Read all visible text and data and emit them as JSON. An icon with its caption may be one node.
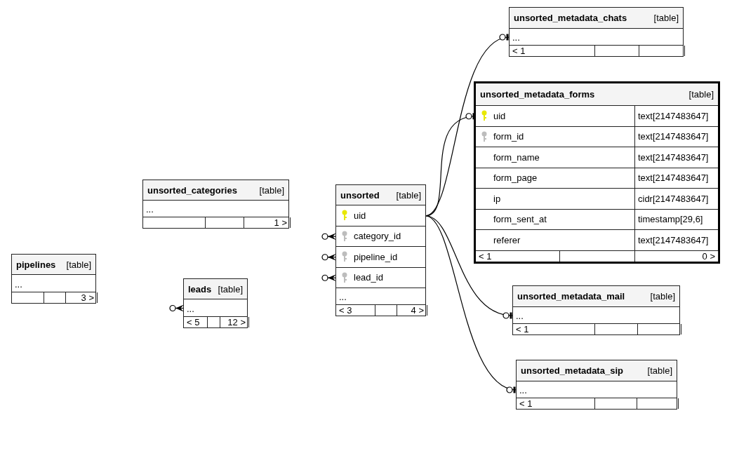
{
  "diagram": {
    "nodes": [
      {
        "text": [
          "pipelines",
          "[table]"
        ]
      },
      {
        "text": [
          "..."
        ],
        "in": 0
      },
      {
        "text": [],
        "shape": "box",
        "in": 0
      },
      {
        "text": [],
        "shape": "box",
        "in": 0
      },
      {
        "text": [
          "3 >"
        ],
        "in": 0
      },
      {
        "text": [
          "unsorted_categories",
          "[table]"
        ]
      },
      {
        "text": [
          "..."
        ],
        "in": 5
      },
      {
        "text": [],
        "shape": "box",
        "in": 5
      },
      {
        "text": [],
        "shape": "box",
        "in": 5
      },
      {
        "text": [
          "1 >"
        ],
        "in": 5
      },
      {
        "text": [
          "leads",
          "[table]"
        ]
      },
      {
        "text": [
          "..."
        ],
        "in": 10
      },
      {
        "text": [
          "< 5"
        ],
        "in": 10
      },
      {
        "text": [],
        "shape": "box",
        "in": 10
      },
      {
        "text": [
          "12 >"
        ],
        "in": 10
      },
      {
        "text": [
          "unsorted",
          "[table]"
        ]
      },
      {
        "text": [
          "uid"
        ],
        "in": 15
      },
      {
        "text": [
          "category_id"
        ],
        "in": 15
      },
      {
        "text": [
          "pipeline_id"
        ],
        "in": 15
      },
      {
        "text": [
          "lead_id"
        ],
        "in": 15
      },
      {
        "text": [
          "..."
        ],
        "in": 15
      },
      {
        "text": [
          "< 3"
        ],
        "in": 15
      },
      {
        "text": [],
        "shape": "box",
        "in": 15
      },
      {
        "text": [
          "4 >"
        ],
        "in": 15
      },
      {
        "text": [
          "unsorted_metadata_chats",
          "[table]"
        ]
      },
      {
        "text": [
          "..."
        ],
        "in": 24
      },
      {
        "text": [
          "< 1"
        ],
        "in": 24
      },
      {
        "text": [],
        "shape": "box",
        "in": 24
      },
      {
        "text": [],
        "shape": "box",
        "in": 24
      },
      {
        "text": [
          "unsorted_metadata_forms",
          "[table]"
        ]
      },
      {
        "text": [
          "uid",
          "text[2147483647]"
        ],
        "in": 29
      },
      {
        "text": [
          "form_id",
          "text[2147483647]"
        ],
        "in": 29
      },
      {
        "text": [
          "form_name",
          "text[2147483647]"
        ],
        "in": 29
      },
      {
        "text": [
          "form_page",
          "text[2147483647]"
        ],
        "in": 29
      },
      {
        "text": [
          "ip",
          "cidr[2147483647]"
        ],
        "in": 29
      },
      {
        "text": [
          "form_sent_at",
          "timestamp[29,6]"
        ],
        "in": 29
      },
      {
        "text": [
          "referer",
          "text[2147483647]"
        ],
        "in": 29
      },
      {
        "text": [
          "< 1"
        ],
        "in": 29
      },
      {
        "text": [],
        "shape": "box",
        "in": 29
      },
      {
        "text": [
          "0 >"
        ],
        "in": 29
      },
      {
        "text": [
          "unsorted_metadata_mail",
          "[table]"
        ]
      },
      {
        "text": [
          "..."
        ],
        "in": 40
      },
      {
        "text": [
          "< 1"
        ],
        "in": 40
      },
      {
        "text": [],
        "shape": "box",
        "in": 40
      },
      {
        "text": [],
        "shape": "box",
        "in": 40
      },
      {
        "text": [
          "unsorted_metadata_sip",
          "[table]"
        ]
      },
      {
        "text": [
          "..."
        ],
        "in": 45
      },
      {
        "text": [
          "< 1"
        ],
        "in": 45
      },
      {
        "text": [],
        "shape": "box",
        "in": 45
      },
      {
        "text": [],
        "shape": "box",
        "in": 45
      }
    ],
    "edges": [
      {
        "from": 16,
        "to": 25,
        "arrow": "other"
      },
      {
        "from": 16,
        "to": 30,
        "arrow": "other"
      },
      {
        "from": 16,
        "to": 41,
        "arrow": "other"
      },
      {
        "from": 16,
        "to": 46,
        "arrow": "other"
      },
      {
        "from": 17,
        "to": null,
        "arrow": "other"
      },
      {
        "from": 18,
        "to": null,
        "arrow": "other"
      },
      {
        "from": 19,
        "to": null,
        "arrow": "other"
      },
      {
        "from": 11,
        "to": null,
        "arrow": "other"
      }
    ]
  }
}
